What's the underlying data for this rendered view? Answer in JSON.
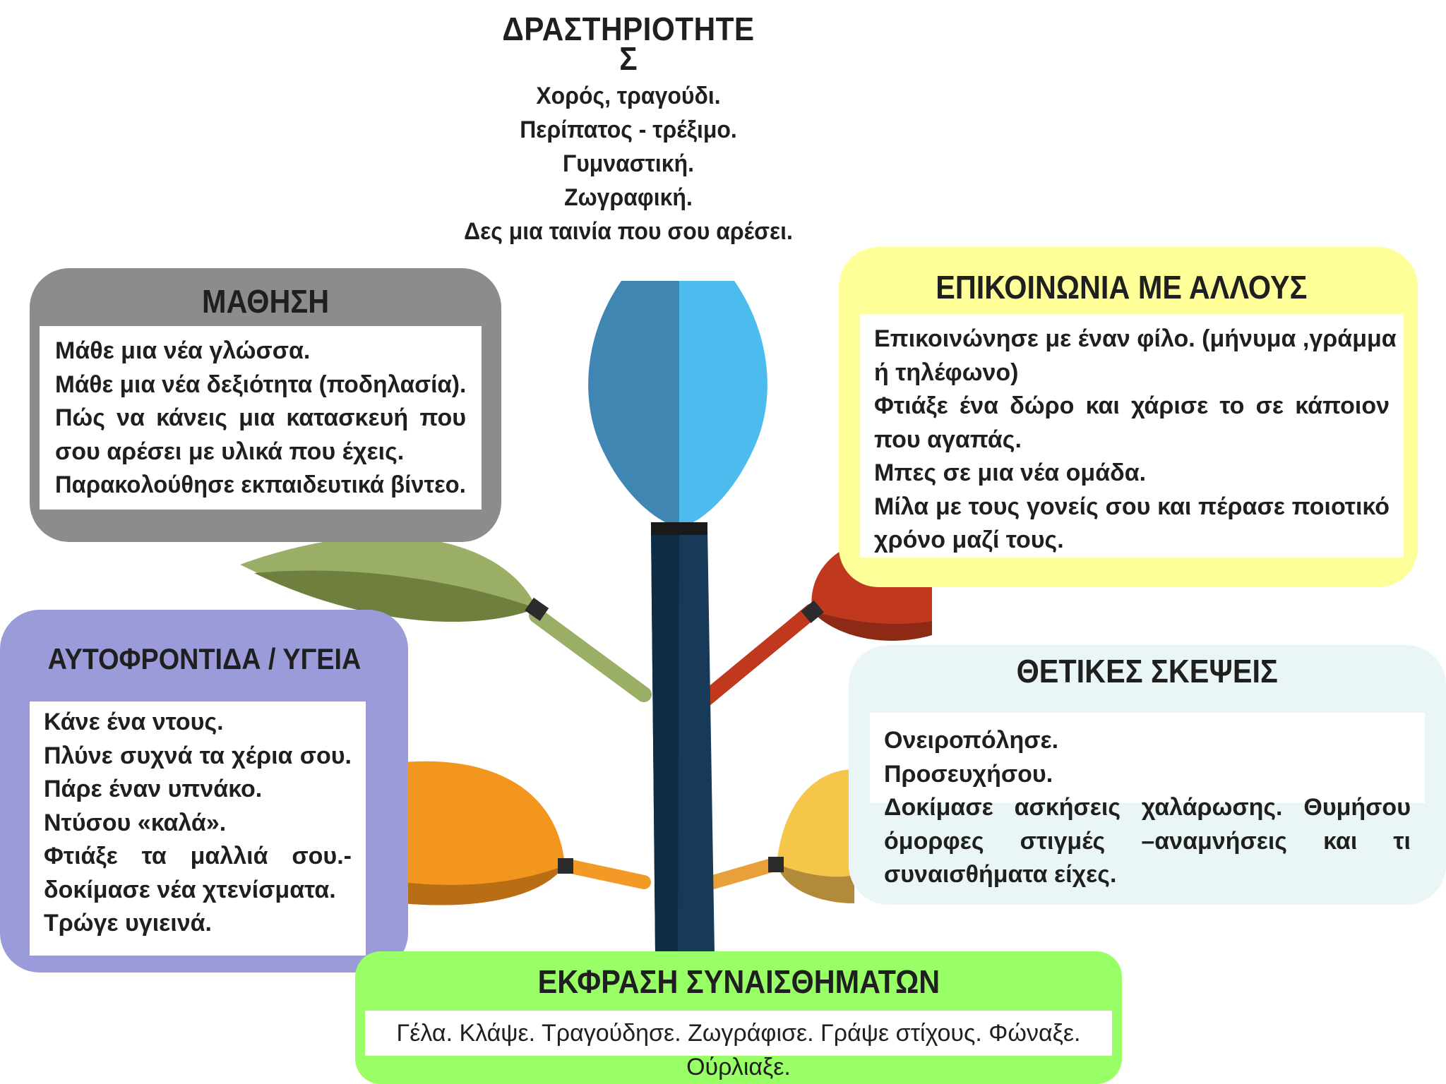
{
  "top": {
    "title": "ΔΡΑΣΤΗΡΙΟΤΗΤΕ",
    "title_cont": "Σ",
    "items": [
      "Χορός,  τραγούδι.",
      "Περίπατος - τρέξιμο.",
      "Γυμναστική.",
      "Ζωγραφική.",
      "Δες μια ταινία που σου αρέσει."
    ]
  },
  "learning": {
    "title": "ΜΑΘΗΣΗ",
    "lines": [
      "Μάθε μια νέα γλώσσα.",
      "Μάθε μια νέα δεξιότητα (ποδηλασία).",
      "Πώς να κάνεις μια κατασκευή που",
      "σου αρέσει με υλικά που έχεις.",
      "Παρακολούθησε εκπαιδευτικά βίντεο."
    ]
  },
  "communication": {
    "title": "ΕΠΙΚΟΙΝΩΝΙΑ ΜΕ ΑΛΛΟΥΣ",
    "lines": [
      "Επικοινώνησε με έναν φίλο. (μήνυμα ,γράμμα",
      "ή τηλέφωνο)",
      "Φτιάξε ένα δώρο και χάρισε το σε κάποιον",
      "που αγαπάς.",
      "Μπες σε μια νέα ομάδα.",
      "Μίλα με τους γονείς σου και πέρασε ποιοτικό",
      "χρόνο μαζί τους."
    ]
  },
  "selfcare": {
    "title": "ΑΥΤΟΦΡΟΝΤΙΔΑ / ΥΓΕΙΑ",
    "lines": [
      "Κάνε ένα ντους.",
      "Πλύνε συχνά τα χέρια σου.",
      "Πάρε έναν υπνάκο.",
      "Ντύσου «καλά».",
      "Φτιάξε τα μαλλιά σου.-",
      "δοκίμασε νέα χτενίσματα.",
      "Τρώγε υγιεινά."
    ]
  },
  "positive": {
    "title": "ΘΕΤΙΚΕΣ ΣΚΕΨΕΙΣ",
    "lines": [
      "Ονειροπόλησε.",
      "Προσευχήσου.",
      "Δοκίμασε ασκήσεις χαλάρωσης. Θυμήσου",
      "όμορφες στιγμές –αναμνήσεις  και τι",
      "συναισθήματα είχες."
    ]
  },
  "expression": {
    "title": "ΕΚΦΡΑΣΗ ΣΥΝΑΙΣΘΗΜΑΤΩΝ",
    "lines": [
      "Γέλα. Κλάψε. Τραγούδησε. Ζωγράφισε. Γράψε στίχους. Φώναξε.",
      "Ούρλιαξε."
    ]
  },
  "colors": {
    "learning_box": "#8c8c8c",
    "communication_box": "#ffff9a",
    "selfcare_box": "#9b9bd9",
    "positive_box": "#eaf6f5",
    "expression_box": "#99ff66",
    "trunk": "#163a57",
    "top_leaf_left": "#3f86b3",
    "top_leaf_right": "#4cbcef",
    "green_leaf": "#9aae66",
    "red_leaf": "#b83a1f",
    "orange_leaf": "#f2961e",
    "yellow_leaf": "#f5c64a"
  }
}
